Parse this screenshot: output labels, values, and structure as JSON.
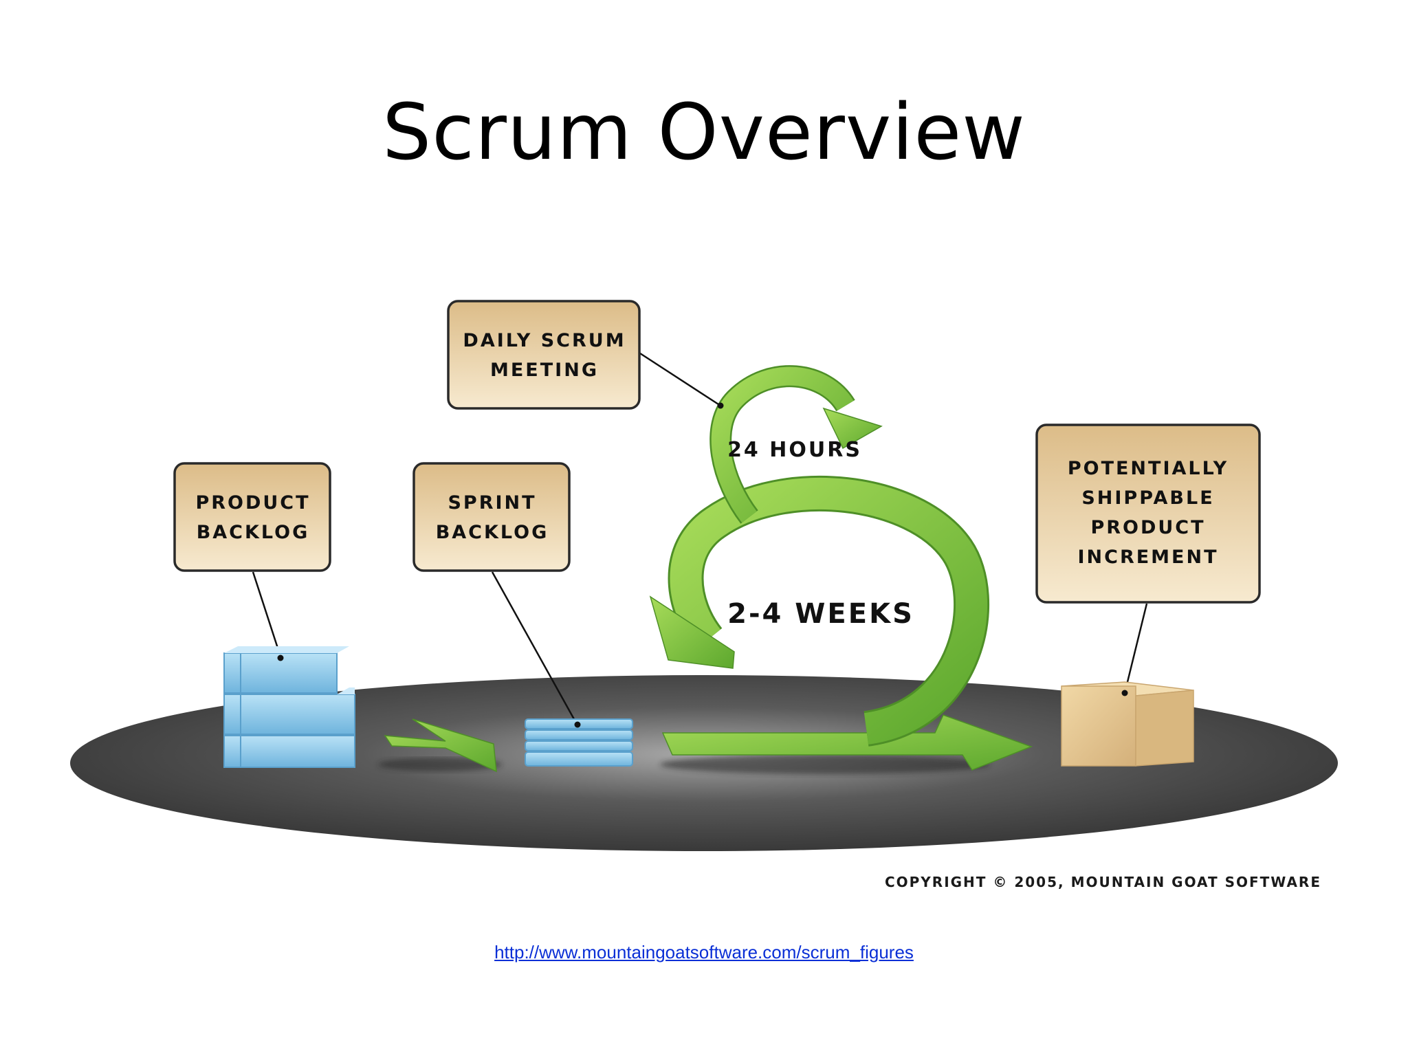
{
  "slide": {
    "title": "Scrum Overview",
    "link": "http://www.mountaingoatsoftware.com/scrum_figures"
  },
  "diagram": {
    "product_backlog": [
      "PRODUCT",
      "BACKLOG"
    ],
    "sprint_backlog": [
      "SPRINT",
      "BACKLOG"
    ],
    "daily_scrum": [
      "DAILY SCRUM",
      "MEETING"
    ],
    "daily_cycle": "24 HOURS",
    "sprint_cycle": "2-4 WEEKS",
    "increment": [
      "POTENTIALLY",
      "SHIPPABLE",
      "PRODUCT",
      "INCREMENT"
    ],
    "copyright": "COPYRIGHT © 2005, MOUNTAIN GOAT SOFTWARE"
  },
  "colors": {
    "arrow_green": "#7dc242",
    "label_fill": "#f0d7a6",
    "stack_blue": "#8ec9ea",
    "platform_dark": "#3a3a3a",
    "box_tan": "#e6c78f",
    "link_blue": "#0a2fd6"
  }
}
